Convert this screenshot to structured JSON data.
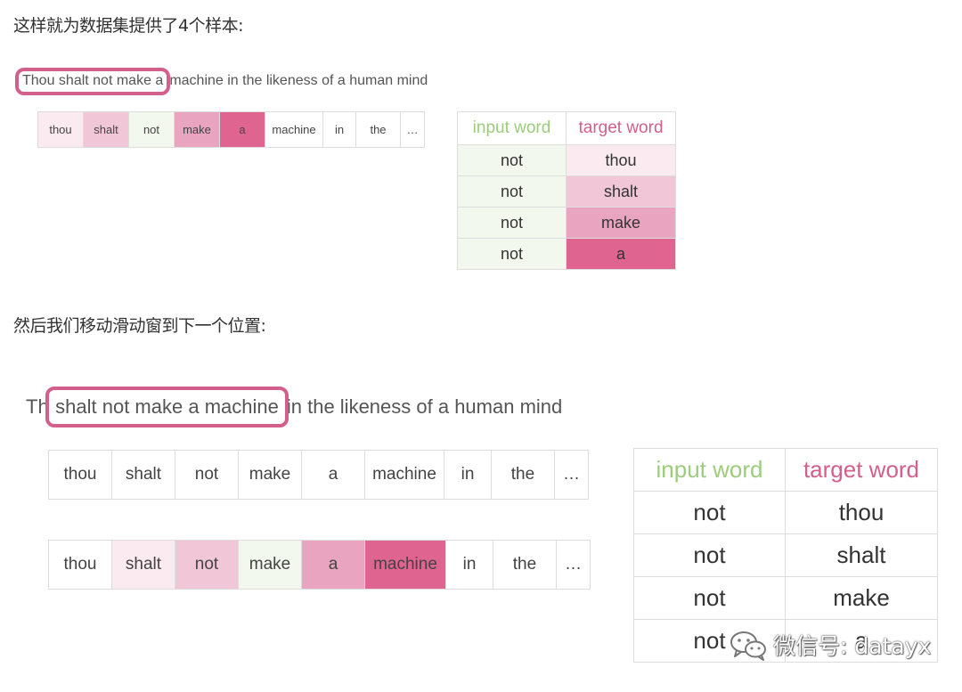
{
  "paragraph_1": "这样就为数据集提供了4个样本:",
  "paragraph_2": "然后我们移动滑动窗到下一个位置:",
  "figure_1": {
    "sentence_window": "Thou shalt not make a",
    "sentence_rest": "machine in the likeness of a human mind",
    "strip": [
      {
        "word": "thou",
        "color": "#fbeaf0"
      },
      {
        "word": "shalt",
        "color": "#f1c7d7"
      },
      {
        "word": "not",
        "color": "#f3f8ee"
      },
      {
        "word": "make",
        "color": "#e9a4c0"
      },
      {
        "word": "a",
        "color": "#df6490"
      },
      {
        "word": "machine",
        "color": "#ffffff"
      },
      {
        "word": "in",
        "color": "#ffffff"
      },
      {
        "word": "the",
        "color": "#ffffff"
      },
      {
        "word": "…",
        "color": "#ffffff"
      }
    ],
    "table": {
      "header_input": "input word",
      "header_target": "target word",
      "rows": [
        {
          "input": "not",
          "target": "thou",
          "target_color": "#fbeaf0"
        },
        {
          "input": "not",
          "target": "shalt",
          "target_color": "#f1c7d7"
        },
        {
          "input": "not",
          "target": "make",
          "target_color": "#e9a4c0"
        },
        {
          "input": "not",
          "target": "a",
          "target_color": "#df6490"
        }
      ]
    }
  },
  "figure_2": {
    "sentence_before": "Thou",
    "sentence_window": "shalt not make a machine",
    "sentence_rest": "in the likeness of a human mind",
    "strip_plain": [
      "thou",
      "shalt",
      "not",
      "make",
      "a",
      "machine",
      "in",
      "the",
      "…"
    ],
    "strip_colored": [
      {
        "word": "thou",
        "color": "#ffffff"
      },
      {
        "word": "shalt",
        "color": "#fbeaf0"
      },
      {
        "word": "not",
        "color": "#f1c7d7"
      },
      {
        "word": "make",
        "color": "#f3f8ee"
      },
      {
        "word": "a",
        "color": "#e9a4c0"
      },
      {
        "word": "machine",
        "color": "#df6490"
      },
      {
        "word": "in",
        "color": "#ffffff"
      },
      {
        "word": "the",
        "color": "#ffffff"
      },
      {
        "word": "…",
        "color": "#ffffff"
      }
    ],
    "table": {
      "header_input": "input word",
      "header_target": "target word",
      "rows": [
        {
          "input": "not",
          "target": "thou"
        },
        {
          "input": "not",
          "target": "shalt"
        },
        {
          "input": "not",
          "target": "make"
        },
        {
          "input": "not",
          "target": "a"
        }
      ]
    }
  },
  "watermark": {
    "icon": "wechat-icon",
    "text": "微信号: datayx"
  },
  "colors": {
    "window_border": "#d3608a",
    "input_header": "#9ccc7c",
    "target_header": "#d3608a",
    "input_cell": "#f3f8ee"
  }
}
